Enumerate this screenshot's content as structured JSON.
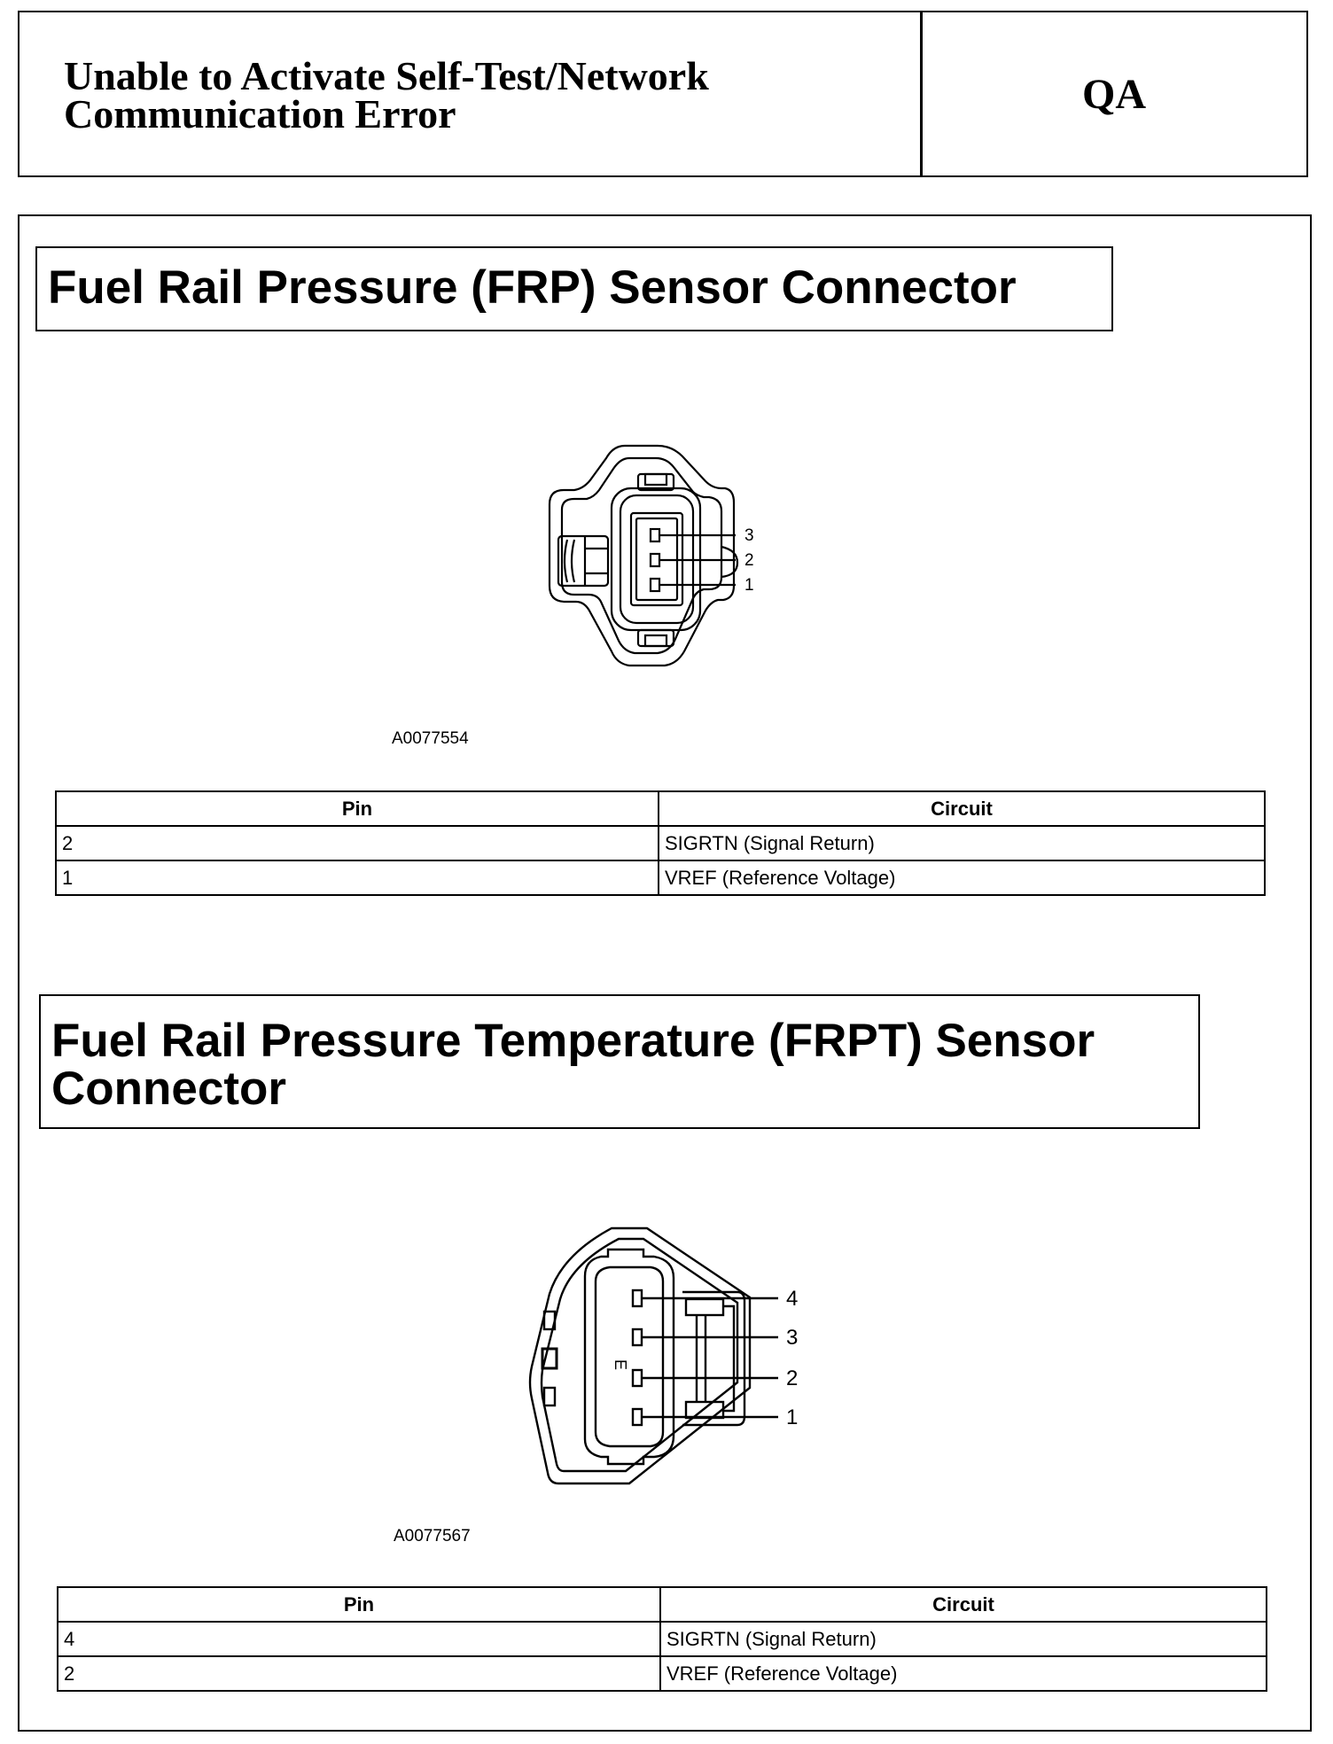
{
  "header": {
    "title_line1": "Unable to Activate Self-Test/Network",
    "title_line2": "Communication Error",
    "code": "QA"
  },
  "frp": {
    "title": "Fuel Rail Pressure (FRP) Sensor Connector",
    "figure_id": "A0077554",
    "pin_labels": [
      "3",
      "2",
      "1"
    ],
    "table": {
      "headers": [
        "Pin",
        "Circuit"
      ],
      "rows": [
        [
          "2",
          "SIGRTN (Signal Return)"
        ],
        [
          "1",
          "VREF (Reference Voltage)"
        ]
      ]
    }
  },
  "frpt": {
    "title_line1": "Fuel Rail Pressure Temperature (FRPT) Sensor",
    "title_line2": "Connector",
    "figure_id": "A0077567",
    "pin_labels": [
      "4",
      "3",
      "2",
      "1"
    ],
    "marking": "E",
    "table": {
      "headers": [
        "Pin",
        "Circuit"
      ],
      "rows": [
        [
          "4",
          "SIGRTN (Signal Return)"
        ],
        [
          "2",
          "VREF (Reference Voltage)"
        ]
      ]
    }
  }
}
